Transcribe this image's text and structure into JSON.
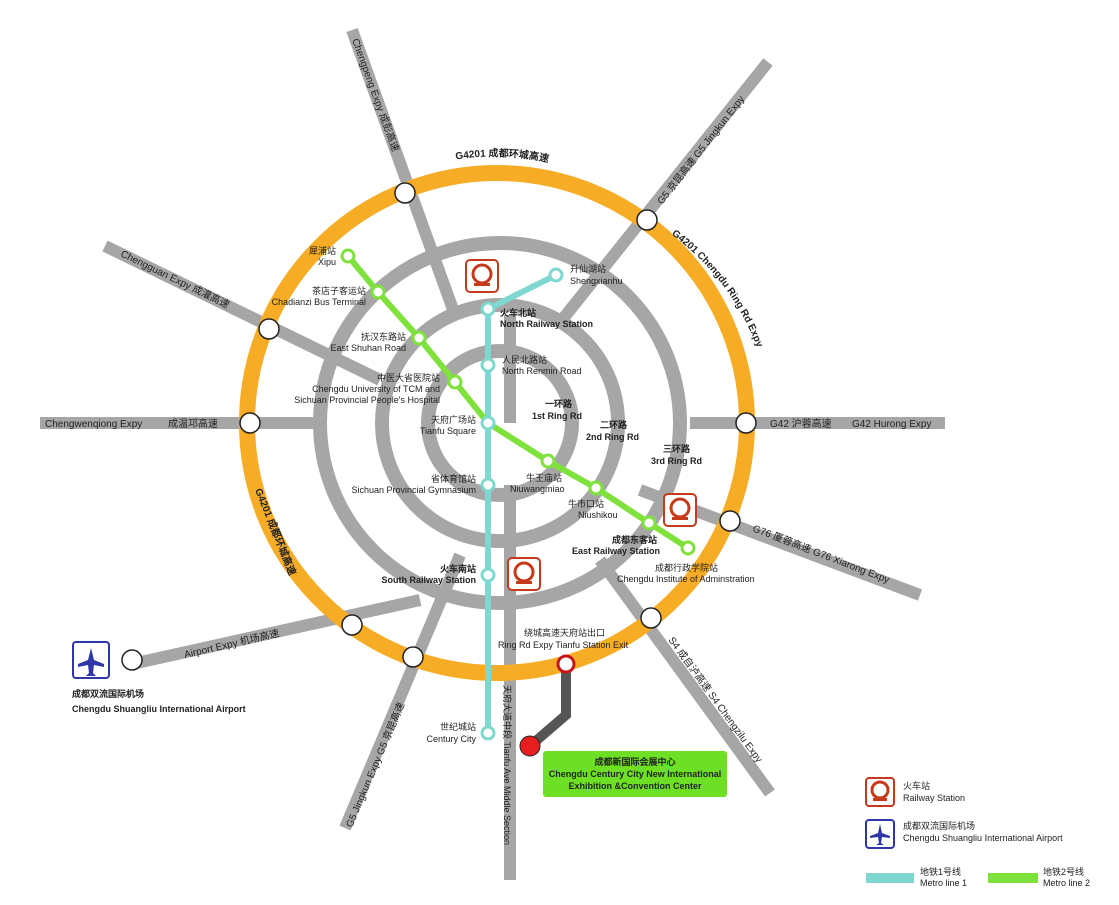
{
  "colors": {
    "expressway": "#f6ac25",
    "road": "#a6a6a6",
    "metro_line_1": "#7fd8d0",
    "metro_line_2": "#7ee13c",
    "railway": "#c43a1a",
    "airport": "#2f36a8",
    "exhibition_bg": "#6de025",
    "venue_marker": "#e61e1e"
  },
  "ring_roads": {
    "expressway_ring": "G4201 成都环城高速",
    "expressway_ring_right": "G4201 Chengdu Ring Rd Expy",
    "expressway_ring_left": "G4201 成都环城高速",
    "ring1_cn": "一环路",
    "ring1_en": "1st Ring Rd",
    "ring2_cn": "二环路",
    "ring2_en": "2nd Ring Rd",
    "ring3_cn": "三环路",
    "ring3_en": "3rd Ring Rd"
  },
  "radial_roads": {
    "chengpeng": "Chengpeng Expy 成彭高速",
    "jingkun_north": "G5 京昆高速 G5 Jingkun Expy",
    "chengguan": "Chengguan Expy 成灌高速",
    "chengwenqiong_en": "Chengwenqiong Expy",
    "chengwenqiong_cn": "成温邛高速",
    "hurong_cn": "G42 沪蓉高速",
    "hurong_en": "G42 Hurong Expy",
    "xiarong": "G76 厦蓉高速 G76 Xiarong Expy",
    "chengzi": "S4 成自泸高速 S4 Chengzilu Expy",
    "airport_expy": "Airport Expy 机场高速",
    "jingkun_south": "G5 Jingkun Expy G5 京昆高速",
    "tianfu_ave": "天府大道中段 Tianfu Ave Middle Section"
  },
  "stations": {
    "north_railway_cn": "火车北站",
    "north_railway_en": "North Railway Station",
    "renmin_north_cn": "人民北路站",
    "renmin_north_en": "North Renmin Road",
    "tianfu_square_cn": "天府广场站",
    "tianfu_square_en": "Tianfu Square",
    "gymnasium_cn": "省体育馆站",
    "gymnasium_en": "Sichuan Provincial Gymnasium",
    "south_railway_cn": "火车南站",
    "south_railway_en": "South Railway Station",
    "century_city_cn": "世纪城站",
    "century_city_en": "Century City",
    "shengxian_cn": "升仙湖站",
    "shengxian_en": "Shengxianhu",
    "xipu_cn": "犀浦站",
    "xipu_en": "Xipu",
    "chadianzi_cn": "茶店子客运站",
    "chadianzi_en": "Chadianzi Bus Terminal",
    "shuhan_cn": "抚汉东路站",
    "shuhan_en": "East Shuhan Road",
    "tcm_cn": "中医大省医院站",
    "tcm_en1": "Chengdu University of TCM and",
    "tcm_en2": "Sichuan Provincial People's Hospital",
    "niuwangmiao_cn": "牛王庙站",
    "niuwangmiao_en": "Niuwangmiao",
    "niushikou_cn": "牛市口站",
    "niushikou_en": "Niushikou",
    "east_railway_cn": "成都东客站",
    "east_railway_en": "East Railway Station",
    "admin_cn": "成都行政学院站",
    "admin_en": "Chengdu Institute of Adminstration",
    "tianfu_exit_cn": "绕城高速天府站出口",
    "tianfu_exit_en": "Ring Rd Expy Tianfu Station Exit"
  },
  "airport": {
    "name_cn": "成都双流国际机场",
    "name_en": "Chengdu Shuangliu International Airport"
  },
  "exhibition": {
    "name_cn": "成都新国际会展中心",
    "name_en1": "Chengdu Century City New International",
    "name_en2": "Exhibition &Convention Center"
  },
  "legend": {
    "railway_cn": "火车站",
    "railway_en": "Railway Station",
    "airport_cn": "成都双流国际机场",
    "airport_en": "Chengdu Shuangliu International Airport",
    "metro1_cn": "地铁1号线",
    "metro1_en": "Metro line 1",
    "metro2_cn": "地铁2号线",
    "metro2_en": "Metro line 2"
  }
}
